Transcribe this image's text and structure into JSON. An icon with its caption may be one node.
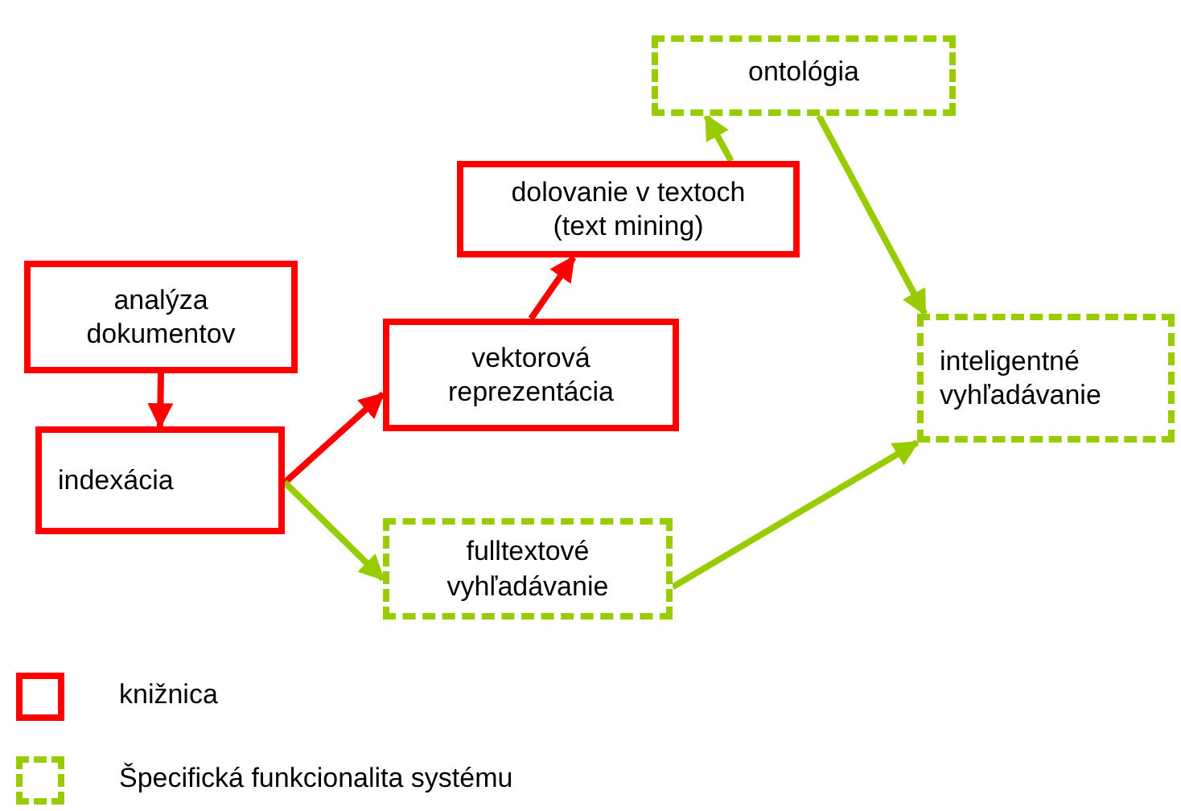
{
  "diagram": {
    "nodes": [
      {
        "text": [
          "analýza dokumentov"
        ]
      },
      {
        "text": [
          "indexácia"
        ]
      },
      {
        "text": [
          "vektorová reprezentácia"
        ]
      },
      {
        "text": [
          "dolovanie v textoch (text mining)"
        ]
      },
      {
        "text": [
          "ontológia"
        ]
      },
      {
        "text": [
          "inteligentné vyhľadávanie"
        ]
      },
      {
        "text": [
          "fulltextové vyhľadávanie"
        ]
      }
    ],
    "edges": [
      {
        "from": 0,
        "to": 1,
        "arrow": "to",
        "color": "#ff0000"
      },
      {
        "from": 1,
        "to": 2,
        "arrow": "to",
        "color": "#ff0000"
      },
      {
        "from": 2,
        "to": 3,
        "arrow": "to",
        "color": "#ff0000"
      },
      {
        "from": 3,
        "to": 4,
        "arrow": "to"
      },
      {
        "from": 4,
        "to": 5,
        "arrow": "to"
      },
      {
        "from": 1,
        "to": 6,
        "arrow": "to"
      },
      {
        "from": 6,
        "to": 5,
        "arrow": "to"
      }
    ],
    "legend": [
      {
        "text": "knižnica"
      },
      {
        "text": "Špecifická funkcionalita systému"
      }
    ]
  }
}
